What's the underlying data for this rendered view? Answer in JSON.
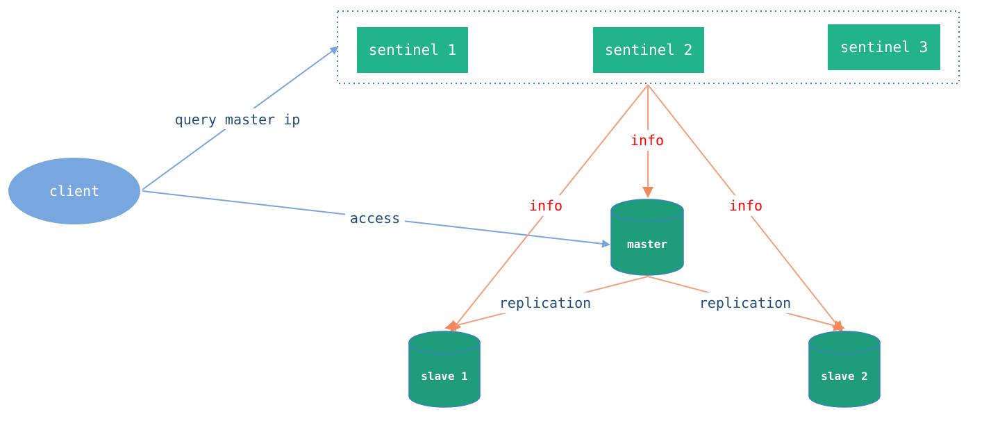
{
  "sentinels": [
    {
      "label": "sentinel 1"
    },
    {
      "label": "sentinel 2"
    },
    {
      "label": "sentinel 3"
    }
  ],
  "client": {
    "label": "client"
  },
  "master": {
    "label": "master"
  },
  "slaves": [
    {
      "label": "slave 1"
    },
    {
      "label": "slave 2"
    }
  ],
  "edges": {
    "query": "query master ip",
    "access": "access",
    "info_center": "info",
    "info_left": "info",
    "info_right": "info",
    "replication_left": "replication",
    "replication_right": "replication"
  },
  "colors": {
    "sentinel_fill": "#22b38a",
    "db_fill": "#1f9c7a",
    "db_stroke": "#3a7fc1",
    "client_fill": "#77a7de",
    "blue_line": "#7aa6de",
    "orange_line": "#f4a07c",
    "group_border": "#3a7fc1"
  }
}
